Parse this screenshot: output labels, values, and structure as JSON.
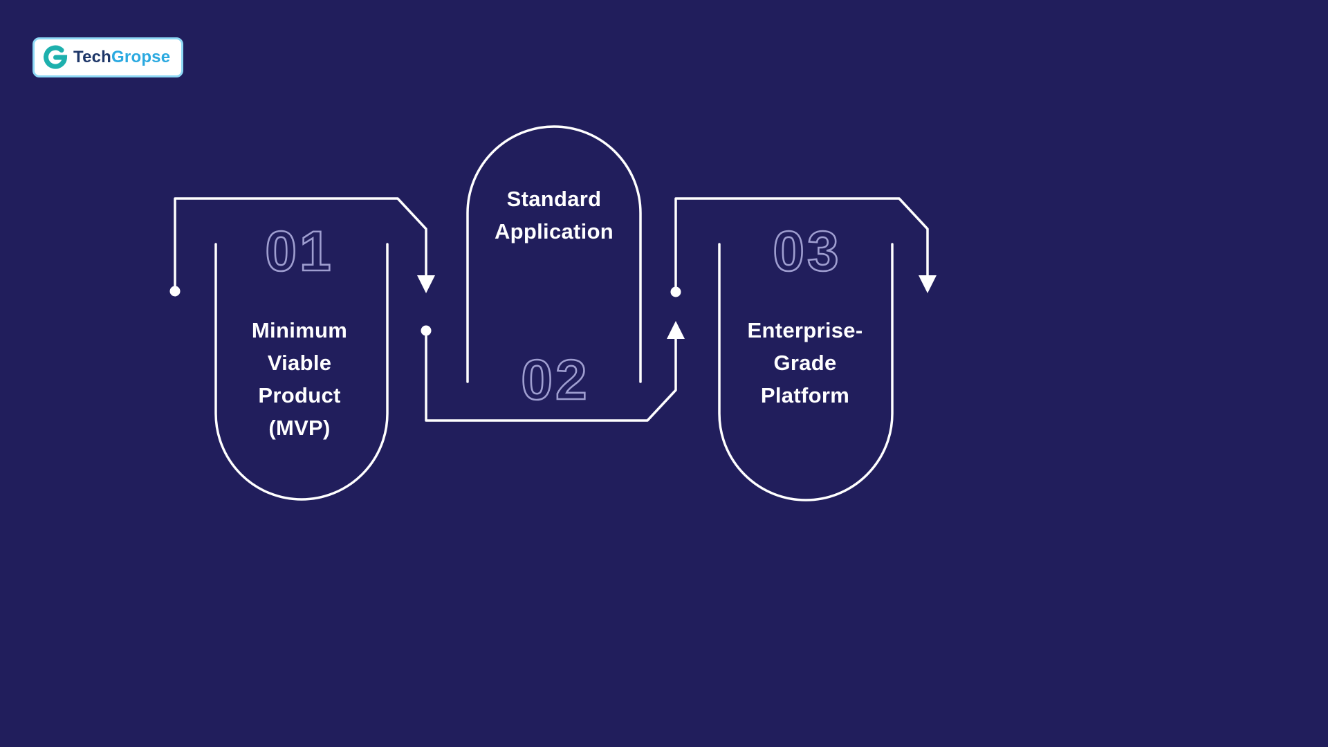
{
  "colors": {
    "background": "#211e5c",
    "line": "#ffffff",
    "number_outline": "#9f9ed0",
    "logo_border": "#8ed8f5",
    "logo_tech_text": "#1d3668",
    "logo_gropse_text": "#2aa9e0",
    "logo_icon": "#1db0ad"
  },
  "logo": {
    "icon": "g-mark-icon",
    "text_primary": "Tech",
    "text_secondary": "Gropse"
  },
  "steps": [
    {
      "number": "01",
      "lines": [
        "Minimum",
        "Viable",
        "Product",
        "(MVP)"
      ]
    },
    {
      "number": "02",
      "lines": [
        "Standard",
        "Application"
      ]
    },
    {
      "number": "03",
      "lines": [
        "Enterprise-",
        "Grade",
        "Platform"
      ]
    }
  ]
}
